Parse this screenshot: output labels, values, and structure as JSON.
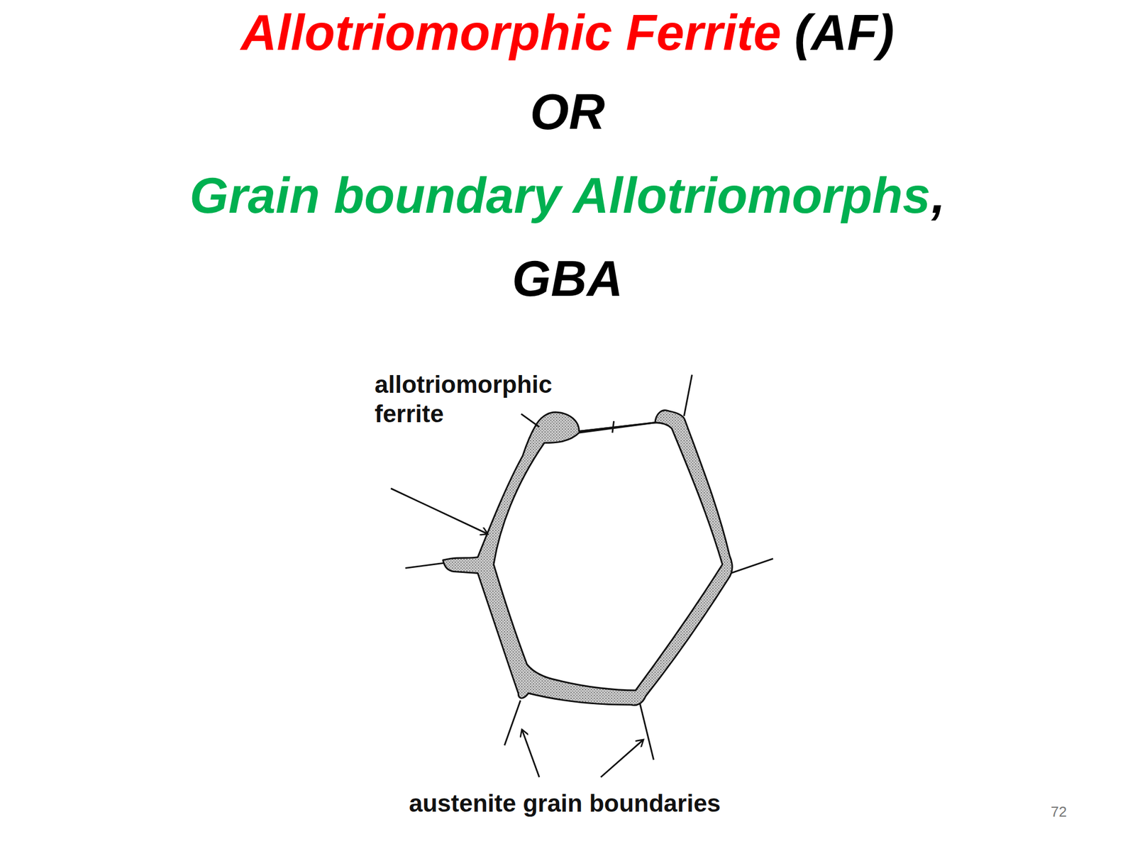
{
  "diagram": {
    "title": "Allotriomorphic Ferrite",
    "labels": [
      "(AF)",
      "OR",
      "Grain boundary Allotriomorphs",
      ",",
      "GBA",
      "allotriomorphic ferrite",
      "austenite grain boundaries",
      "72"
    ]
  }
}
